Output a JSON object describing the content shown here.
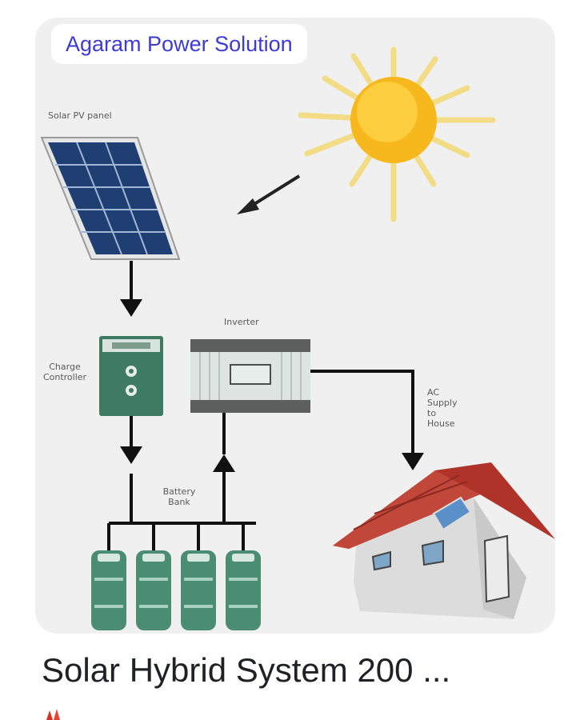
{
  "result": {
    "source": "Agaram Power Solution",
    "title": "Solar Hybrid System 200 ..."
  },
  "diagram": {
    "labels": {
      "solar_panel": "Solar PV panel",
      "charge_controller": "Charge\nController",
      "inverter": "Inverter",
      "battery_bank": "Battery\nBank",
      "ac_supply": "AC\nSupply\nto\nHouse"
    }
  },
  "colors": {
    "source_text": "#3d3bd3",
    "title_text": "#202124",
    "card_bg": "#f0f0f0",
    "sun": "#f6b81c",
    "panel": "#1f3f73",
    "controller": "#3f7a63",
    "roof": "#b0332a",
    "battery": "#4a8d74"
  },
  "icons": [
    "sun-icon",
    "solar-panel-icon",
    "charge-controller-icon",
    "inverter-icon",
    "battery-icon",
    "house-icon",
    "favicon-icon"
  ]
}
